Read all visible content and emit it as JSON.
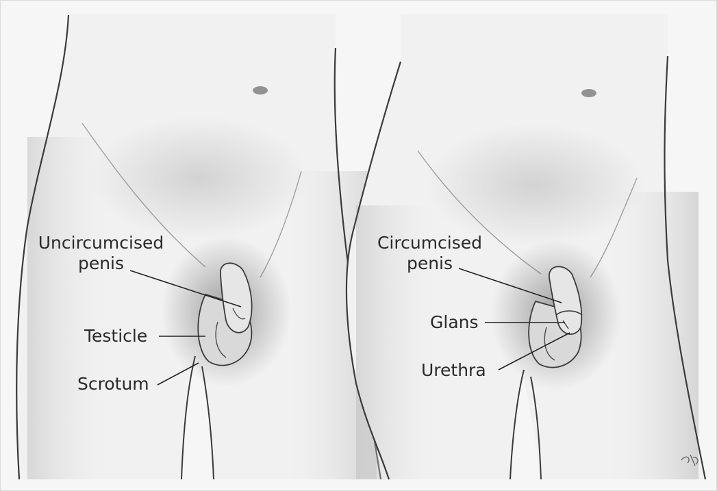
{
  "figure": {
    "left_panel": {
      "labels": {
        "uncircumcised_line1": "Uncircumcised",
        "uncircumcised_line2": "penis",
        "testicle": "Testicle",
        "scrotum": "Scrotum"
      }
    },
    "right_panel": {
      "labels": {
        "circumcised_line1": "Circumcised",
        "circumcised_line2": "penis",
        "glans": "Glans",
        "urethra": "Urethra"
      }
    },
    "colors": {
      "background": "#f6f6f6",
      "outline": "#3a3a3a",
      "shade": "#8a8a8a",
      "text": "#2a2a2a"
    }
  }
}
